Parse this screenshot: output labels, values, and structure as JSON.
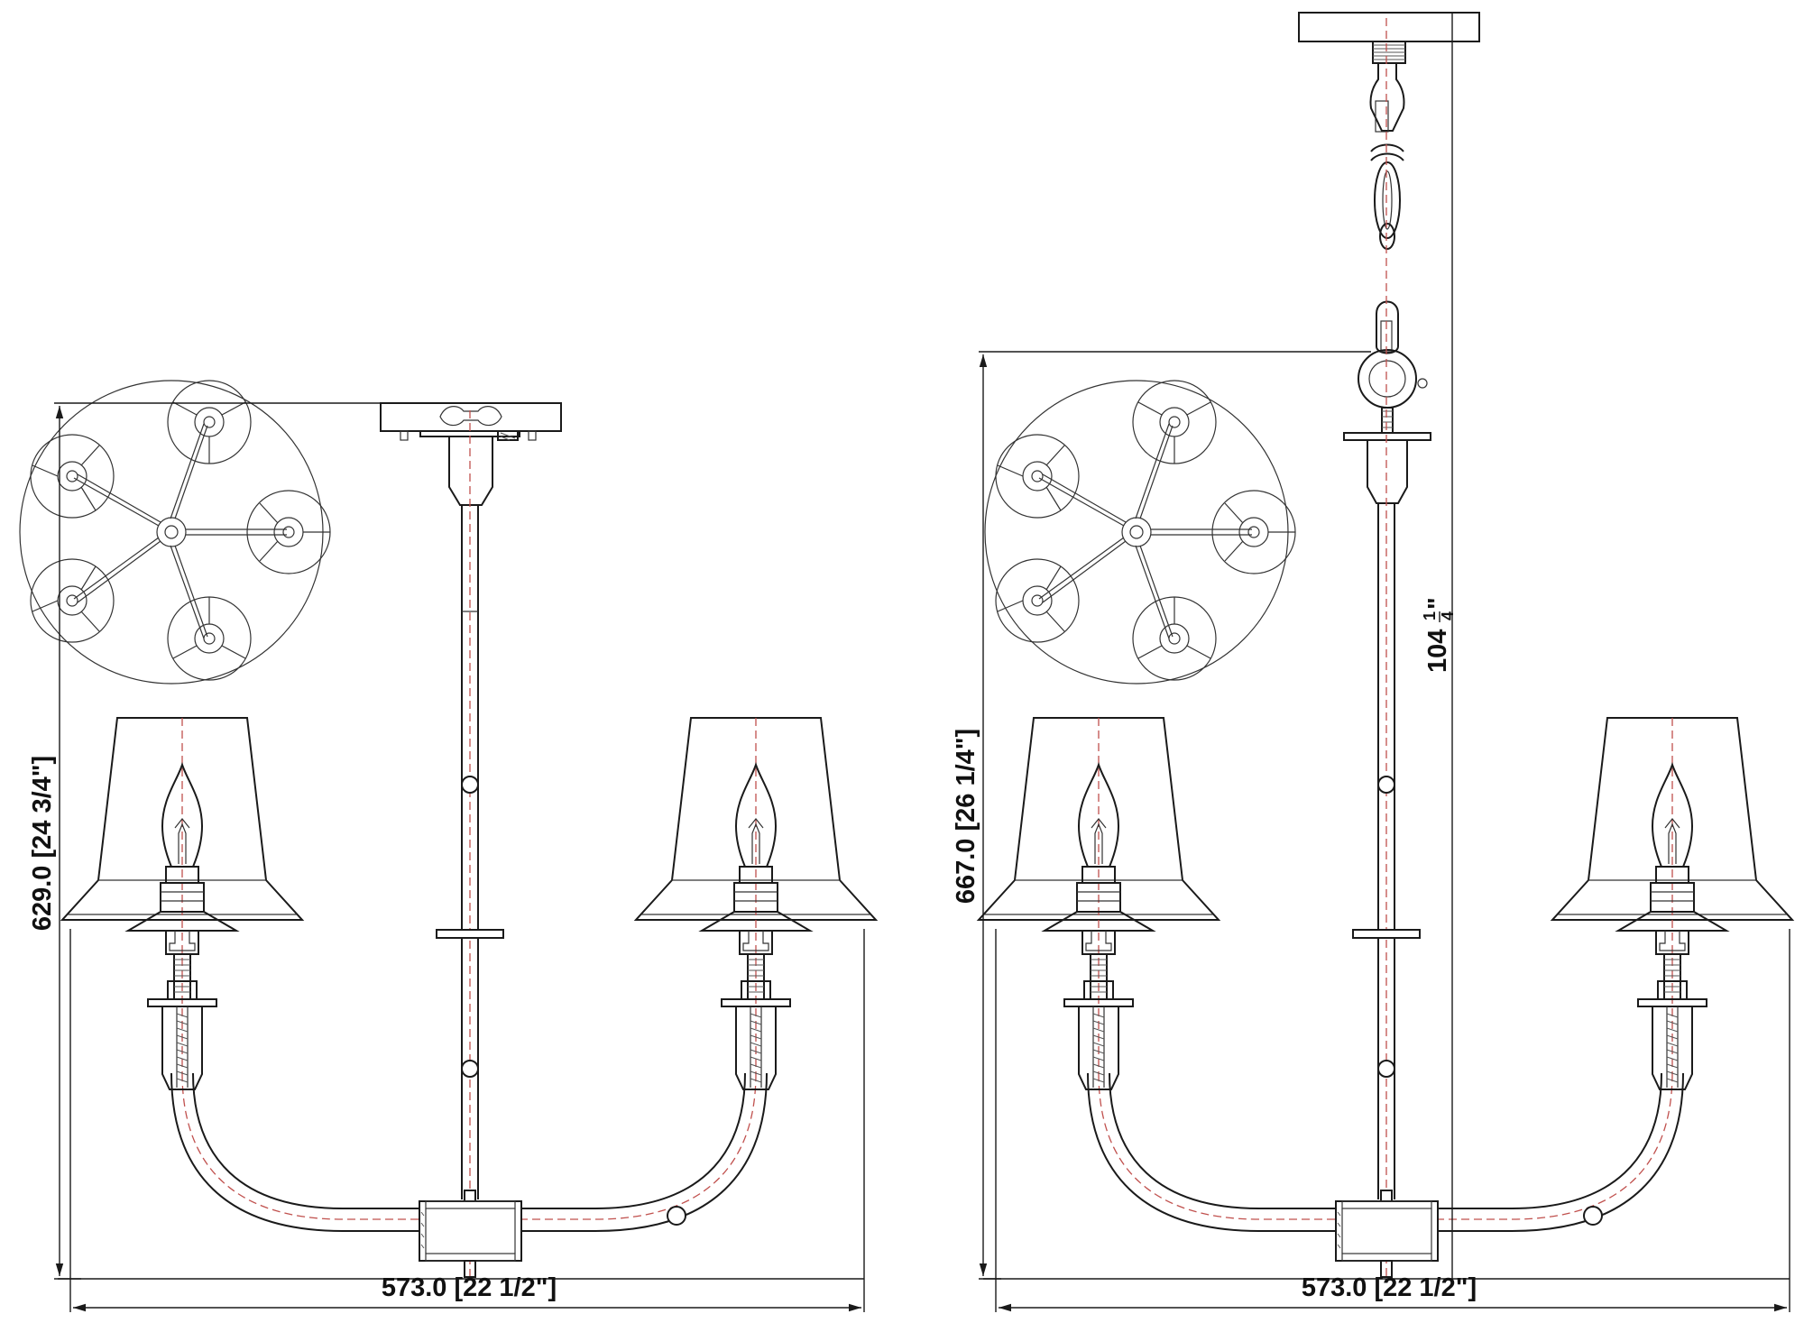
{
  "colors": {
    "line": "#1a1a1a",
    "centerline": "#c0504d",
    "background": "#ffffff"
  },
  "views": {
    "rod_mount": {
      "height_label": "629.0 [24 3/4\"]",
      "width_label": "573.0 [22 1/2\"]"
    },
    "chain_mount": {
      "height_label": "667.0 [26 1/4\"]",
      "width_label": "573.0 [22 1/2\"]",
      "max_height": {
        "whole": "104",
        "numerator": "1",
        "denominator": "4",
        "unit": "\""
      }
    }
  }
}
